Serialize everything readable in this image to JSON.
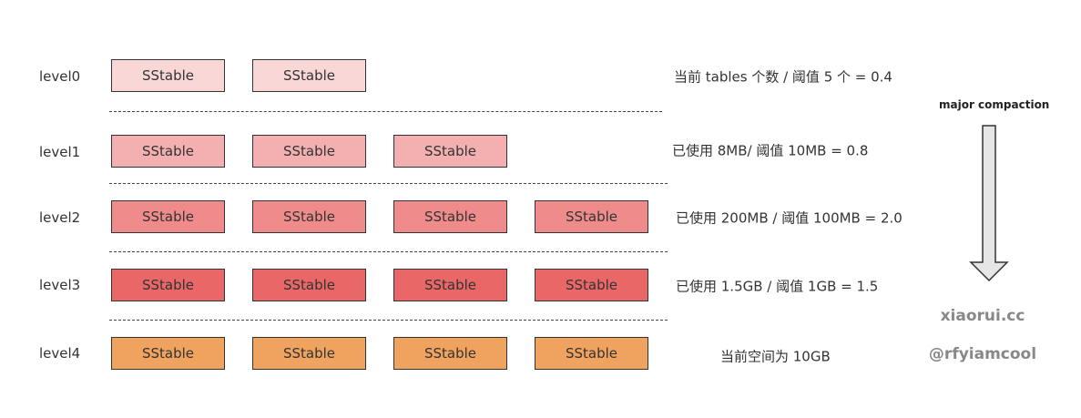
{
  "levels": [
    {
      "label": "level0",
      "tables": [
        "SStable",
        "SStable"
      ],
      "note": "当前 tables 个数 / 阈值 5 个 = 0.4",
      "color": "#f9d7d7"
    },
    {
      "label": "level1",
      "tables": [
        "SStable",
        "SStable",
        "SStable"
      ],
      "note": "已使用 8MB/ 阈值 10MB = 0.8",
      "color": "#f4b0b0"
    },
    {
      "label": "level2",
      "tables": [
        "SStable",
        "SStable",
        "SStable",
        "SStable"
      ],
      "note": "已使用 200MB / 阈值 100MB = 2.0",
      "color": "#ef8b8b"
    },
    {
      "label": "level3",
      "tables": [
        "SStable",
        "SStable",
        "SStable",
        "SStable"
      ],
      "note": "已使用 1.5GB / 阈值 1GB = 1.5",
      "color": "#ea6767"
    },
    {
      "label": "level4",
      "tables": [
        "SStable",
        "SStable",
        "SStable",
        "SStable"
      ],
      "note": "当前空间为 10GB",
      "color": "#f0a35e"
    }
  ],
  "compaction": {
    "label": "major compaction",
    "icon": "down-arrow-icon"
  },
  "brand": {
    "site": "xiaorui.cc",
    "handle": "@rfyiamcool"
  }
}
